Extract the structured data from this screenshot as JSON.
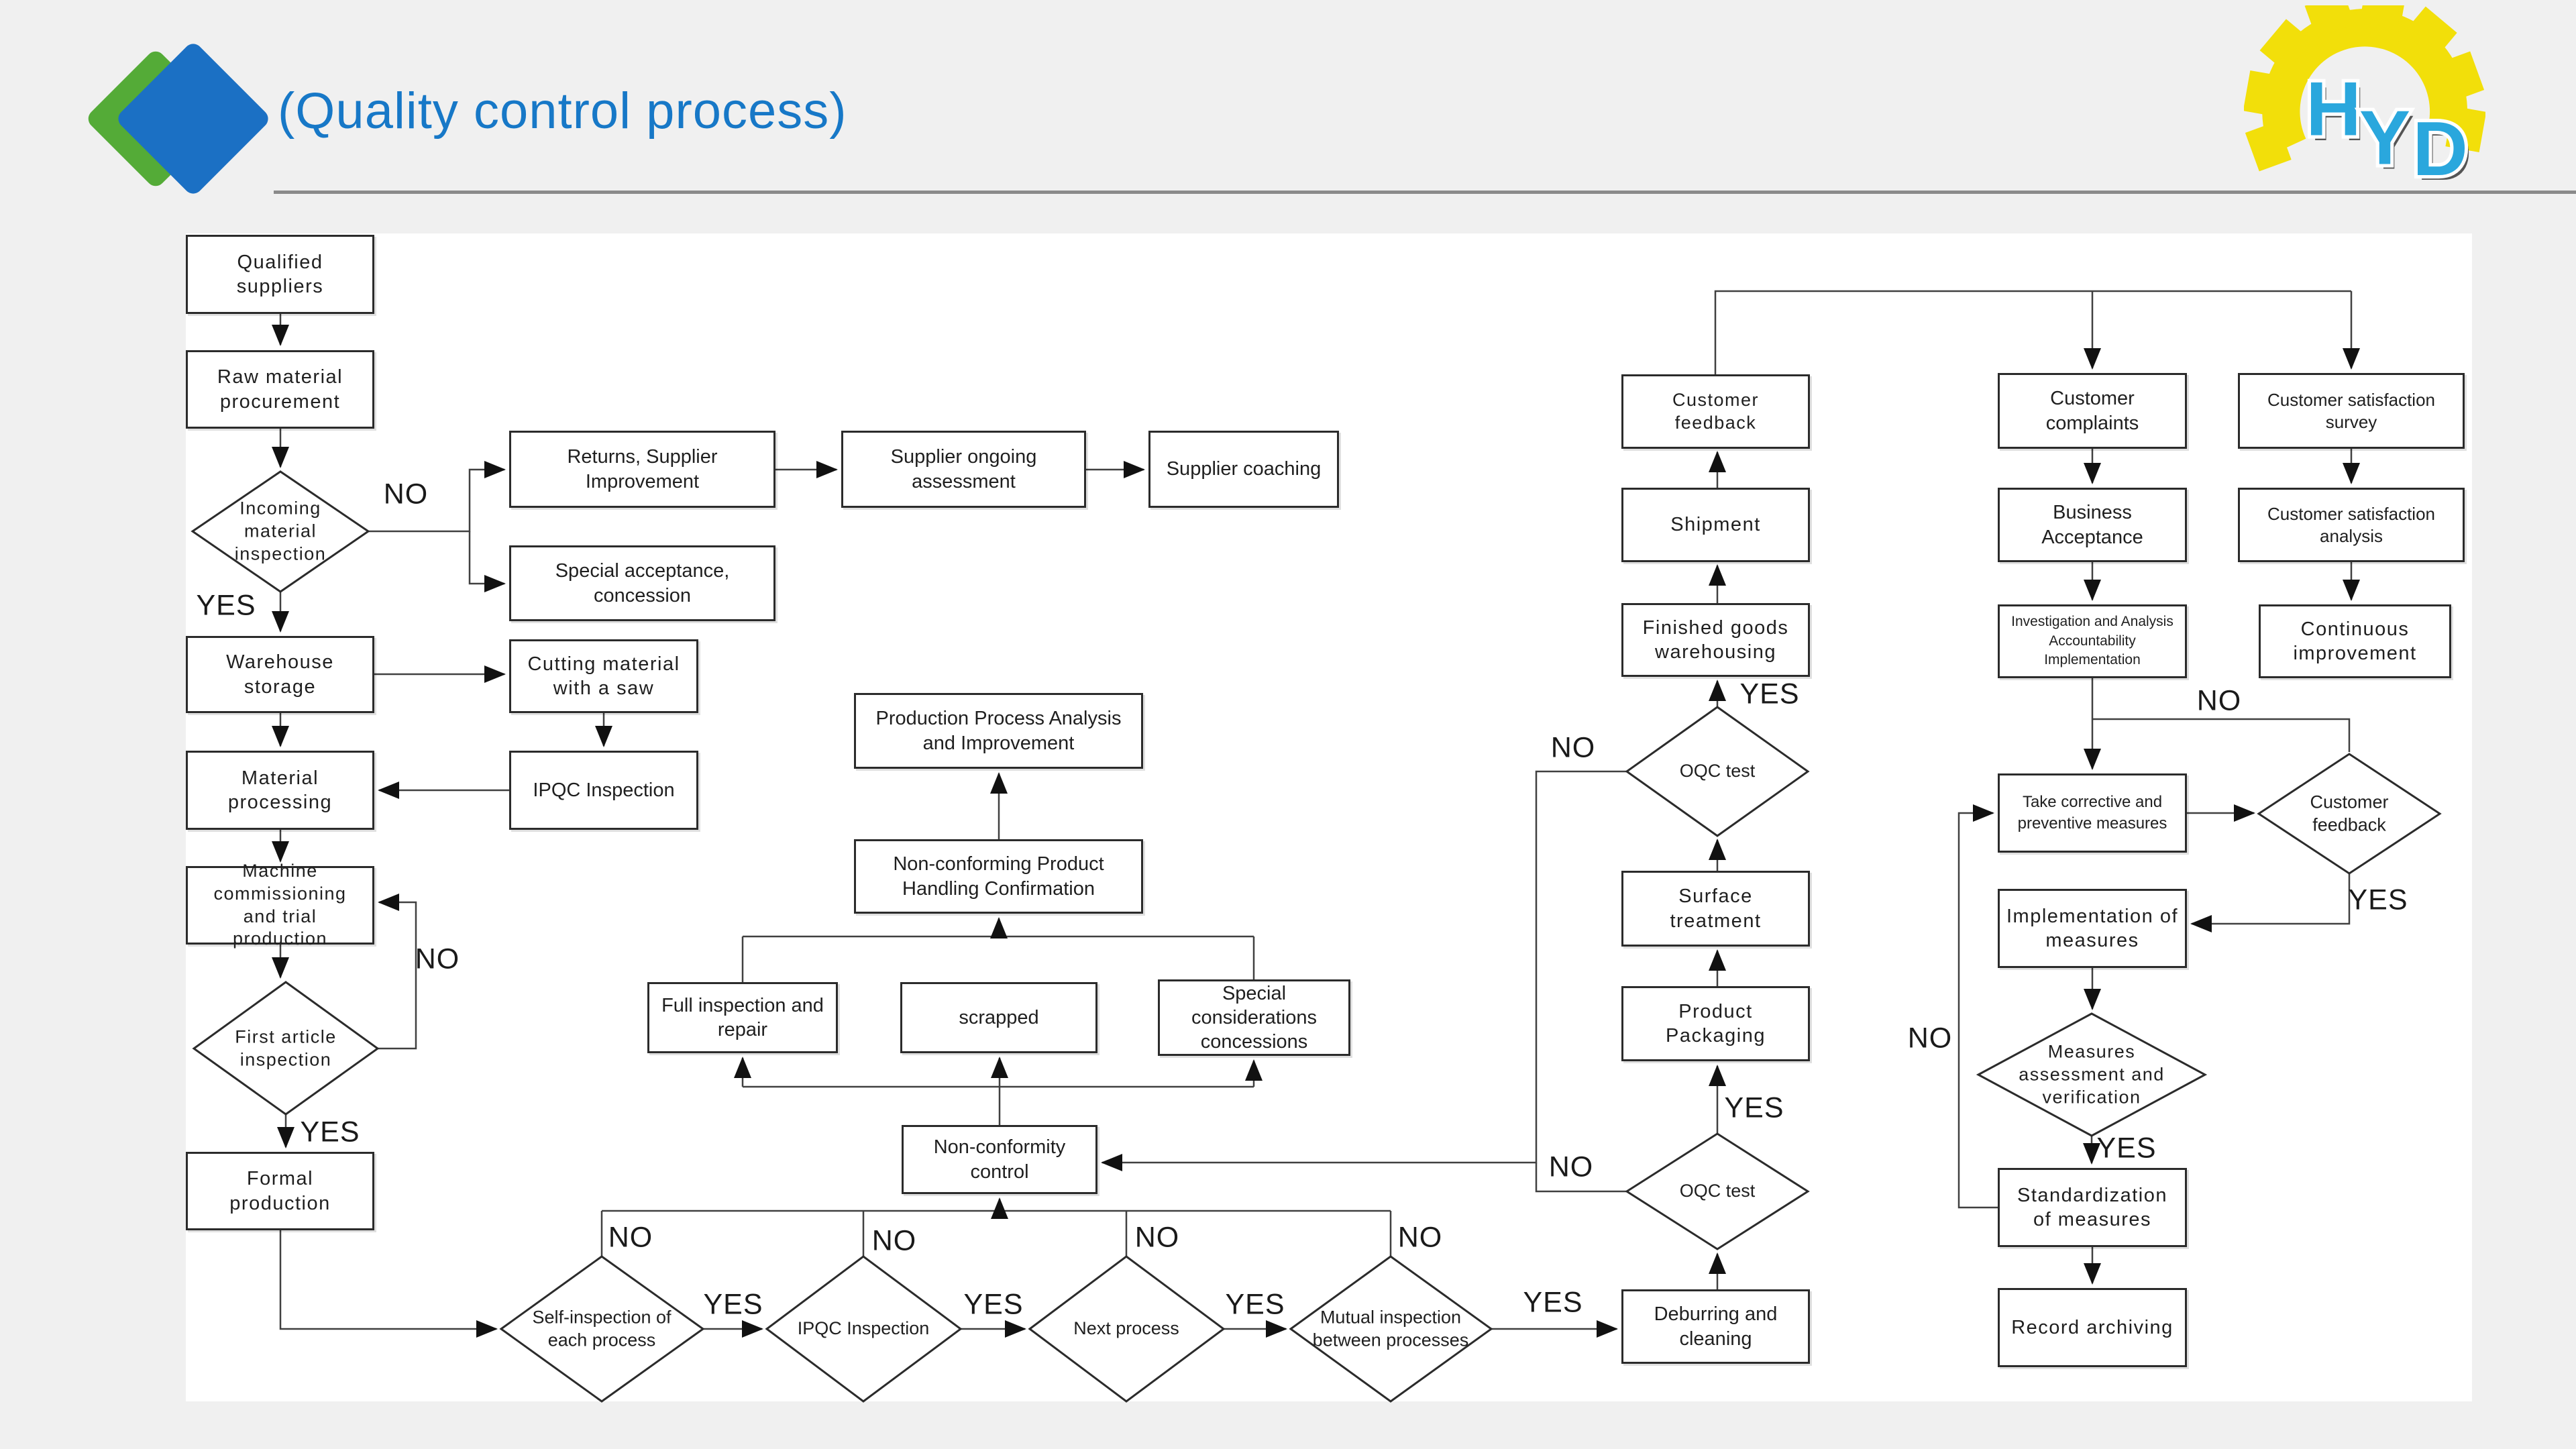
{
  "page": {
    "title": "(Quality control process)"
  },
  "logo": {
    "text_h": "H",
    "text_y": "Y",
    "text_d": "D"
  },
  "decision_labels": {
    "yes": "YES",
    "no": "NO"
  },
  "nodes": {
    "qualified_suppliers": "Qualified suppliers",
    "raw_material_procurement": "Raw material procurement",
    "incoming_material_inspection": "Incoming material inspection",
    "warehouse_storage": "Warehouse storage",
    "material_processing": "Material processing",
    "machine_commissioning": "Machine commissioning and trial production",
    "first_article_inspection": "First article inspection",
    "formal_production": "Formal production",
    "returns_supplier_improvement": "Returns, Supplier Improvement",
    "supplier_ongoing_assessment": "Supplier ongoing assessment",
    "supplier_coaching": "Supplier coaching",
    "special_acceptance_concession": "Special acceptance, concession",
    "cutting_material_saw": "Cutting material with a saw",
    "ipqc_inspection_box": "IPQC Inspection",
    "production_process_analysis": "Production Process Analysis and Improvement",
    "nonconforming_product_handling": "Non-conforming Product Handling Confirmation",
    "full_inspection_repair": "Full inspection and repair",
    "scrapped": "scrapped",
    "special_considerations_concessions": "Special considerations concessions",
    "nonconformity_control": "Non-conformity control",
    "self_inspection": "Self-inspection of each process",
    "ipqc_inspection_diamond": "IPQC Inspection",
    "next_process": "Next process",
    "mutual_inspection": "Mutual inspection between processes",
    "deburring_cleaning": "Deburring and cleaning",
    "oqc_test_lower": "OQC test",
    "product_packaging": "Product Packaging",
    "surface_treatment": "Surface treatment",
    "oqc_test_upper": "OQC test",
    "finished_goods_warehousing": "Finished goods warehousing",
    "shipment": "Shipment",
    "customer_feedback_box": "Customer feedback",
    "customer_complaints": "Customer complaints",
    "business_acceptance": "Business Acceptance",
    "investigation_analysis": "Investigation and Analysis Accountability Implementation",
    "take_corrective": "Take corrective and preventive measures",
    "implementation_measures": "Implementation of measures",
    "measures_assessment": "Measures assessment and verification",
    "standardization_measures": "Standardization of measures",
    "record_archiving": "Record archiving",
    "customer_satisfaction_survey": "Customer satisfaction survey",
    "customer_satisfaction_analysis": "Customer satisfaction analysis",
    "continuous_improvement": "Continuous improvement",
    "customer_feedback_diamond": "Customer feedback"
  }
}
